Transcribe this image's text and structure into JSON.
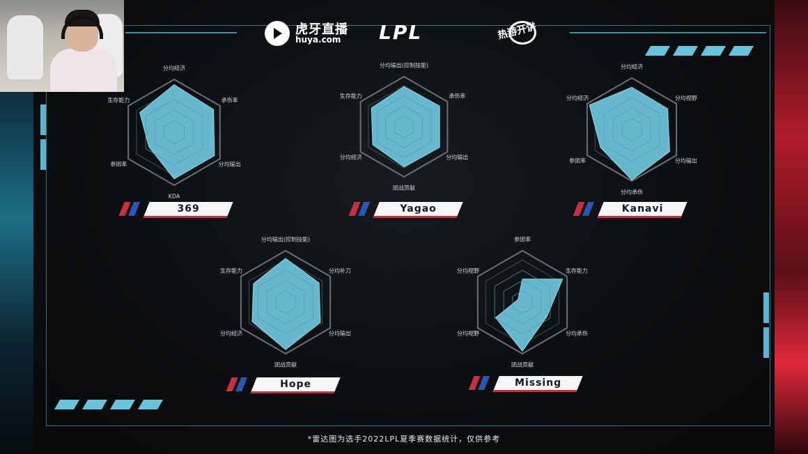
{
  "header": {
    "huya_title": "虎牙直播",
    "huya_domain": "huya.com",
    "lpl_logo": "LPL",
    "show_logo": "热游开讲"
  },
  "footer_note": "*雷达图为选手2022LPL夏季赛数据统计，仅供参考",
  "colors": {
    "fill": "#6cc7dc",
    "accent": "#5cc8e6",
    "red": "#c8303e",
    "blue": "#2a56b8"
  },
  "chart_data": [
    {
      "type": "radar",
      "player": "369",
      "axes": [
        "分均经济",
        "承伤率",
        "分均输出",
        "KDA",
        "参团率",
        "生存能力"
      ],
      "values": [
        0.9,
        0.86,
        0.88,
        0.88,
        0.55,
        0.75
      ]
    },
    {
      "type": "radar",
      "player": "Yagao",
      "axes": [
        "分均输出(控制技能)",
        "承伤率",
        "分均输出",
        "团战贡献",
        "分均经济",
        "生存能力"
      ],
      "values": [
        0.8,
        0.82,
        0.82,
        0.8,
        0.72,
        0.75
      ]
    },
    {
      "type": "radar",
      "player": "Kanavi",
      "axes": [
        "分均经济",
        "分均视野",
        "分均输出",
        "分均承伤",
        "参团率",
        "分均经济"
      ],
      "values": [
        0.82,
        0.8,
        0.85,
        0.98,
        0.7,
        0.95
      ]
    },
    {
      "type": "radar",
      "player": "Hope",
      "axes": [
        "分均输出(控制技能)",
        "分均补刀",
        "分均输出",
        "团战贡献",
        "分均经济",
        "生存能力"
      ],
      "values": [
        0.85,
        0.75,
        0.78,
        0.92,
        0.75,
        0.72
      ]
    },
    {
      "type": "radar",
      "player": "Missing",
      "axes": [
        "参团率",
        "生存能力",
        "分均承伤",
        "团战贡献",
        "分均视野",
        "分均视野"
      ],
      "values": [
        0.45,
        0.9,
        0.55,
        0.95,
        0.6,
        0.1
      ]
    }
  ]
}
